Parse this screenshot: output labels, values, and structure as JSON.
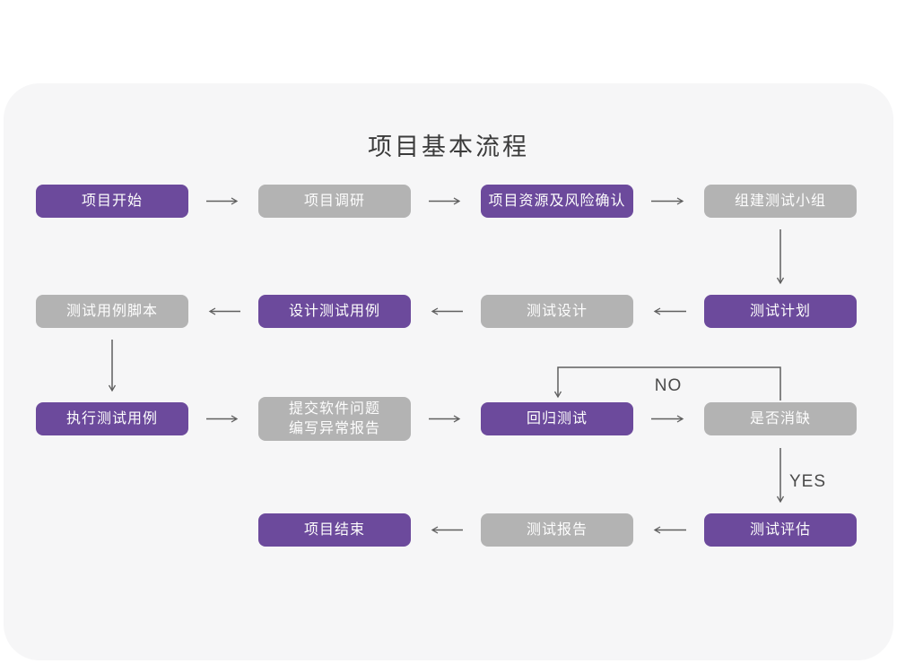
{
  "title": "项目基本流程",
  "colors": {
    "purple": "#6c4a9c",
    "gray": "#b3b3b3",
    "card_bg": "#f6f6f7",
    "arrow": "#5f5f5f",
    "node_text": "#fdfdfd",
    "title_color": "#3b3b3b",
    "label_color": "#4a4a4a"
  },
  "nodes": [
    {
      "id": "project-start",
      "label": "项目开始",
      "variant": "purple"
    },
    {
      "id": "project-research",
      "label": "项目调研",
      "variant": "gray"
    },
    {
      "id": "resource-risk-confirm",
      "label": "项目资源及风险确认",
      "variant": "purple"
    },
    {
      "id": "build-test-team",
      "label": "组建测试小组",
      "variant": "gray"
    },
    {
      "id": "test-plan",
      "label": "测试计划",
      "variant": "purple"
    },
    {
      "id": "test-design",
      "label": "测试设计",
      "variant": "gray"
    },
    {
      "id": "design-test-cases",
      "label": "设计测试用例",
      "variant": "purple"
    },
    {
      "id": "test-case-script",
      "label": "测试用例脚本",
      "variant": "gray"
    },
    {
      "id": "run-test-cases",
      "label": "执行测试用例",
      "variant": "purple"
    },
    {
      "id": "submit-issues-report",
      "label_lines": [
        "提交软件问题",
        "编写异常报告"
      ],
      "variant": "gray"
    },
    {
      "id": "regression-test",
      "label": "回归测试",
      "variant": "purple"
    },
    {
      "id": "defect-cleared",
      "label": "是否消缺",
      "variant": "gray"
    },
    {
      "id": "test-evaluation",
      "label": "测试评估",
      "variant": "purple"
    },
    {
      "id": "test-report",
      "label": "测试报告",
      "variant": "gray"
    },
    {
      "id": "project-end",
      "label": "项目结束",
      "variant": "purple"
    }
  ],
  "edge_labels": {
    "no": "NO",
    "yes": "YES"
  }
}
